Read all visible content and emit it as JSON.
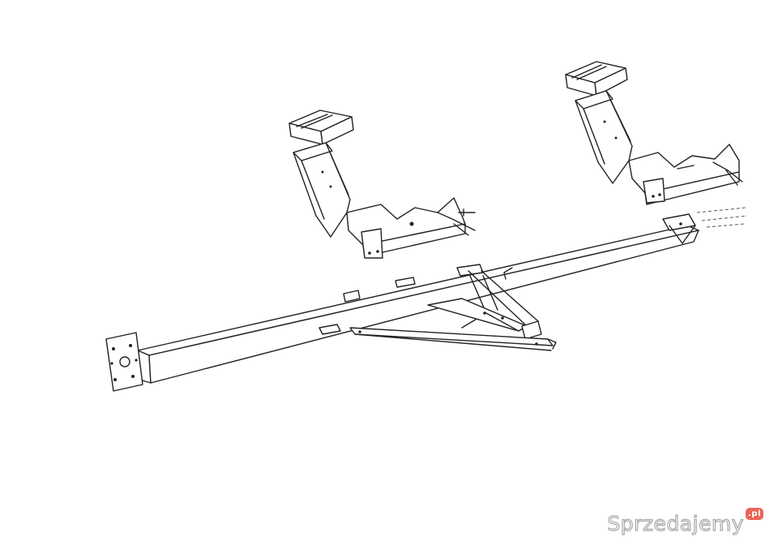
{
  "figure": {
    "subject": "trailer-drawbar-frame",
    "watermark_text": "Sprzedajemy",
    "watermark_badge": ".pl",
    "watermark_color": "#9a9a9a",
    "badge_color": "#e74c3c",
    "line_color": "#222222",
    "background": "#ffffff"
  }
}
